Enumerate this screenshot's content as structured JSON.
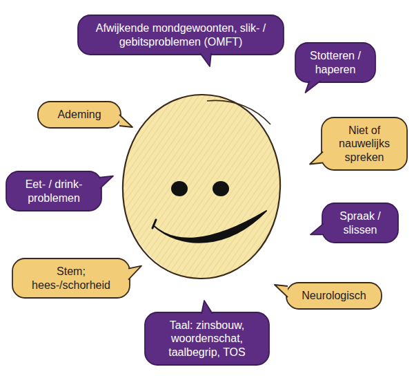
{
  "diagram": {
    "nodes": [
      {
        "text": [
          "Afwijkende mondgewoonten, slik- / gebitsproblemen (OMFT)"
        ]
      },
      {
        "text": [
          "Stotteren / haperen"
        ]
      },
      {
        "text": [
          "Ademing"
        ]
      },
      {
        "text": [
          "Niet of nauwelijks spreken"
        ]
      },
      {
        "text": [
          "Eet- / drink- problemen"
        ]
      },
      {
        "text": [
          "Spraak / slissen"
        ]
      },
      {
        "text": [
          "Stem; hees-/schorheid"
        ]
      },
      {
        "text": [
          "Neurologisch"
        ]
      },
      {
        "text": [
          "Taal: zinsbouw, woordenschat, taalbegrip, TOS"
        ]
      }
    ]
  }
}
